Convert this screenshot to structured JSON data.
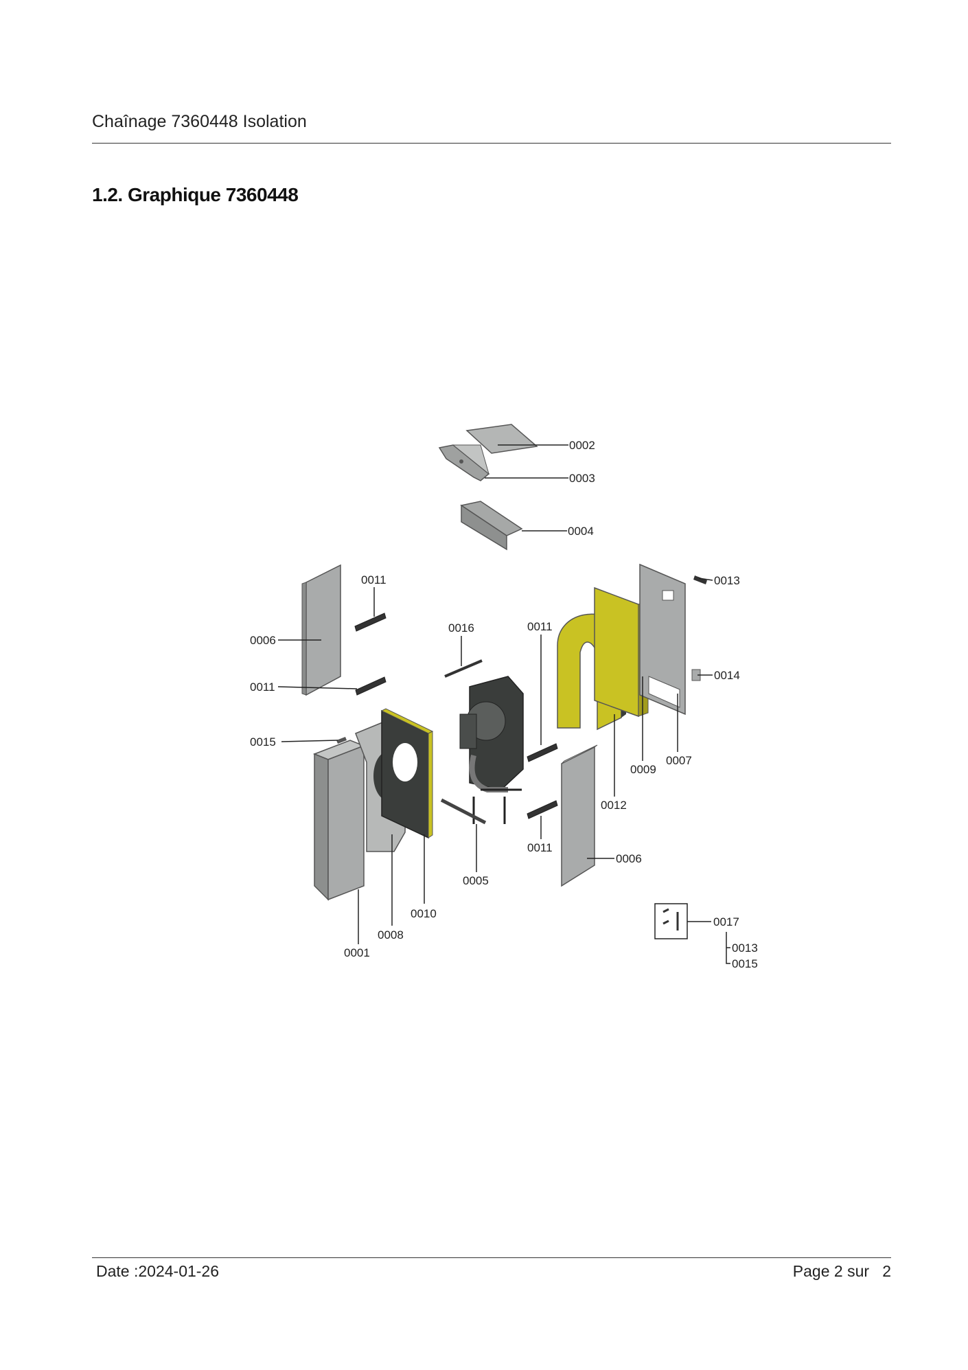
{
  "header": {
    "title": "Chaînage 7360448 Isolation"
  },
  "section": {
    "title": "1.2. Graphique 7360448"
  },
  "diagram": {
    "callouts": [
      "0002",
      "0003",
      "0004",
      "0013",
      "0011",
      "0006",
      "0016",
      "0011",
      "0014",
      "0011",
      "0015",
      "0009",
      "0007",
      "0012",
      "0011",
      "0006",
      "0005",
      "0010",
      "0008",
      "0001",
      "0017",
      "0013",
      "0015"
    ]
  },
  "footer": {
    "date": "Date :2024-01-26",
    "page": "Page 2 sur   2"
  },
  "colors": {
    "panel_gray": "#a9abab",
    "insulation_yellow": "#c9c223",
    "dark_part": "#3a3d3b",
    "line": "#222222"
  }
}
